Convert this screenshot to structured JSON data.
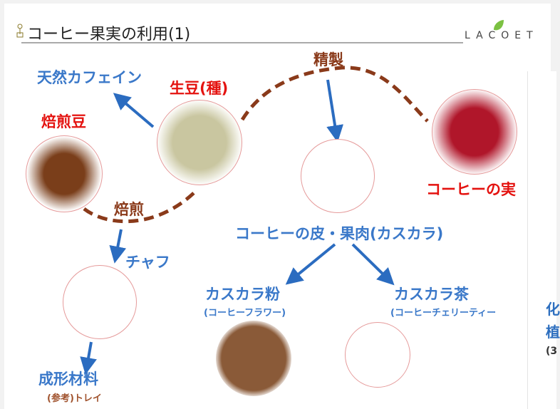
{
  "header": {
    "title": "コーヒー果実の利用(1)",
    "logo_text": "LACOET"
  },
  "nodes": {
    "natural_caffeine": "天然カフェイン",
    "green_bean": "生豆(種)",
    "roasted_bean": "焙煎豆",
    "refining": "精製",
    "roasting": "焙煎",
    "coffee_cherry": "コーヒーの実",
    "chaff": "チャフ",
    "cascara": "コーヒーの皮・果肉(カスカラ)",
    "cascara_flour": "カスカラ粉",
    "cascara_flour_sub": "(コーヒーフラワー)",
    "cascara_tea": "カスカラ茶",
    "cascara_tea_sub": "(コーヒーチェリーティー",
    "molding_material": "成形材料",
    "molding_sub": "(参考)トレイ"
  },
  "side_slide": {
    "fragments": [
      "化",
      "植",
      "(3"
    ]
  },
  "colors": {
    "label_blue": "#3a78c9",
    "label_red": "#e4120f",
    "arrow_blue": "#2b6cc0",
    "dashed_path": "#8a3a1a"
  }
}
